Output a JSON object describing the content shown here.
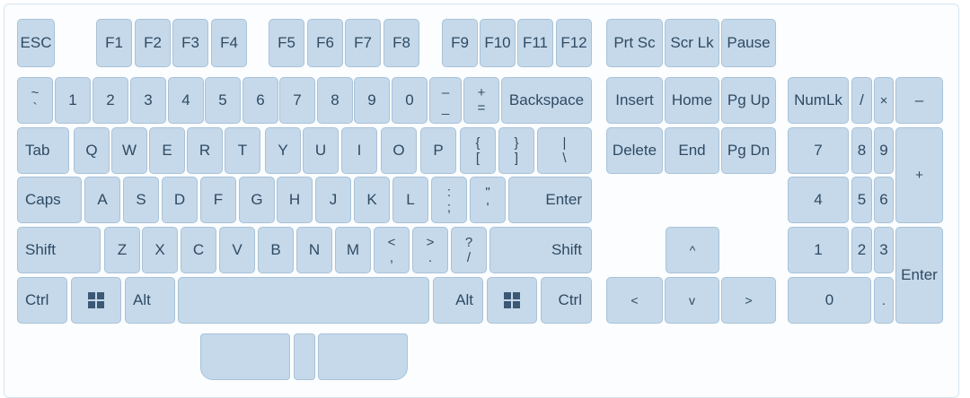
{
  "function_row": {
    "esc": "ESC",
    "f_keys": [
      "F1",
      "F2",
      "F3",
      "F4",
      "F5",
      "F6",
      "F7",
      "F8",
      "F9",
      "F10",
      "F11",
      "F12"
    ],
    "prt_sc": "Prt Sc",
    "scr_lk": "Scr Lk",
    "pause": "Pause"
  },
  "number_row": {
    "tilde": {
      "top": "~",
      "bot": "`"
    },
    "digits": [
      "1",
      "2",
      "3",
      "4",
      "5",
      "6",
      "7",
      "8",
      "9",
      "0"
    ],
    "minus": {
      "top": "–",
      "bot": "_"
    },
    "plus": {
      "top": "+",
      "bot": "="
    },
    "backspace": "Backspace"
  },
  "tab_row": {
    "tab": "Tab",
    "letters": [
      "Q",
      "W",
      "E",
      "R",
      "T",
      "Y",
      "U",
      "I",
      "O",
      "P"
    ],
    "lbrace": {
      "top": "{",
      "bot": "["
    },
    "rbrace": {
      "top": "}",
      "bot": "]"
    },
    "pipe": {
      "top": "|",
      "bot": "\\"
    }
  },
  "caps_row": {
    "caps": "Caps",
    "letters": [
      "A",
      "S",
      "D",
      "F",
      "G",
      "H",
      "J",
      "K",
      "L"
    ],
    "colon": {
      "top": ":",
      "bot": ";"
    },
    "quote": {
      "top": "\"",
      "bot": "'"
    },
    "enter": "Enter"
  },
  "shift_row": {
    "shift_left": "Shift",
    "letters": [
      "Z",
      "X",
      "C",
      "V",
      "B",
      "N",
      "M"
    ],
    "lt": {
      "top": "<",
      "bot": ","
    },
    "gt": {
      "top": ">",
      "bot": "."
    },
    "question": {
      "top": "?",
      "bot": "/"
    },
    "shift_right": "Shift"
  },
  "bottom_row": {
    "ctrl_left": "Ctrl",
    "alt_left": "Alt",
    "alt_right": "Alt",
    "ctrl_right": "Ctrl"
  },
  "nav_cluster": {
    "insert": "Insert",
    "home": "Home",
    "pg_up": "Pg Up",
    "delete": "Delete",
    "end": "End",
    "pg_dn": "Pg Dn",
    "up": "^",
    "left": "<",
    "down": "v",
    "right": ">"
  },
  "numpad": {
    "numlk": "NumLk",
    "slash": "/",
    "star": "×",
    "minus": "–",
    "7": "7",
    "8": "8",
    "9": "9",
    "plus": "+",
    "4": "4",
    "5": "5",
    "6": "6",
    "1": "1",
    "2": "2",
    "3": "3",
    "enter": "Enter",
    "0": "0",
    "dot": "."
  },
  "colors": {
    "key_fill": "#c5d9ea",
    "key_border": "#a9c2d8",
    "key_text": "#2f4a63"
  }
}
